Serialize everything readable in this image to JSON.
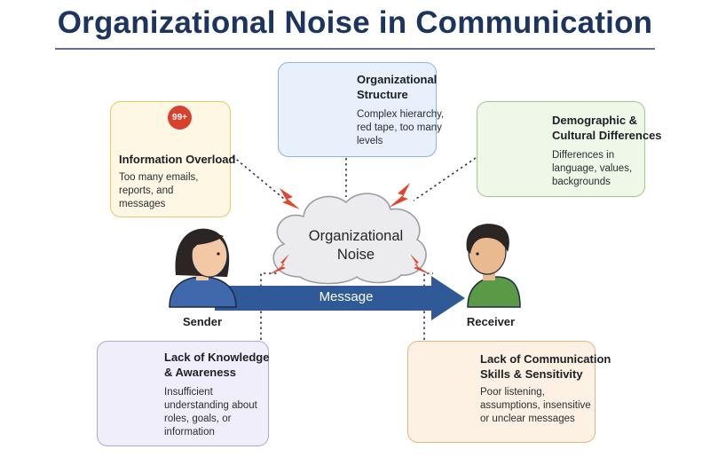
{
  "title": "Organizational Noise in Communication",
  "cloud": {
    "line1": "Organizational",
    "line2": "Noise"
  },
  "arrow": {
    "label": "Message"
  },
  "sender": {
    "label": "Sender"
  },
  "receiver": {
    "label": "Receiver"
  },
  "boxes": {
    "info_overload": {
      "heading": "Information Overload",
      "badge": "99+",
      "desc": [
        "Too many emails,",
        "reports, and",
        "messages"
      ]
    },
    "org_structure": {
      "heading": [
        "Organizational",
        "Structure"
      ],
      "desc": [
        "Complex hierarchy,",
        "red tape, too many",
        "levels"
      ]
    },
    "demographic": {
      "heading": [
        "Demographic &",
        "Cultural Differences"
      ],
      "desc": [
        "Differences in",
        "language, values,",
        "backgrounds"
      ]
    },
    "knowledge": {
      "heading": [
        "Lack of Knowledge",
        "& Awareness"
      ],
      "desc": [
        "Insufficient",
        "understanding about",
        "roles, goals, or",
        "information"
      ]
    },
    "comm_skills": {
      "heading": [
        "Lack of Communication",
        "Skills & Sensitivity"
      ],
      "desc": [
        "Poor listening,",
        "assumptions, insensitive",
        "or unclear messages"
      ]
    }
  },
  "colors": {
    "title": "#1c3560",
    "arrow": "#2f5a97",
    "lightning": "#e2452e",
    "info_overload": {
      "fill": "#fdf7e4",
      "border": "#e9c76a"
    },
    "org_structure": {
      "fill": "#e8f1fb",
      "border": "#8db4dc"
    },
    "demographic": {
      "fill": "#eef7e8",
      "border": "#9fcb88"
    },
    "knowledge": {
      "fill": "#f1eefb",
      "border": "#b2a5dc"
    },
    "comm_skills": {
      "fill": "#fdf1e4",
      "border": "#eab27c"
    }
  },
  "icons": [
    "envelope-icon",
    "org-chart-icon",
    "people-group-icon",
    "head-question-icon",
    "conversation-icon"
  ]
}
